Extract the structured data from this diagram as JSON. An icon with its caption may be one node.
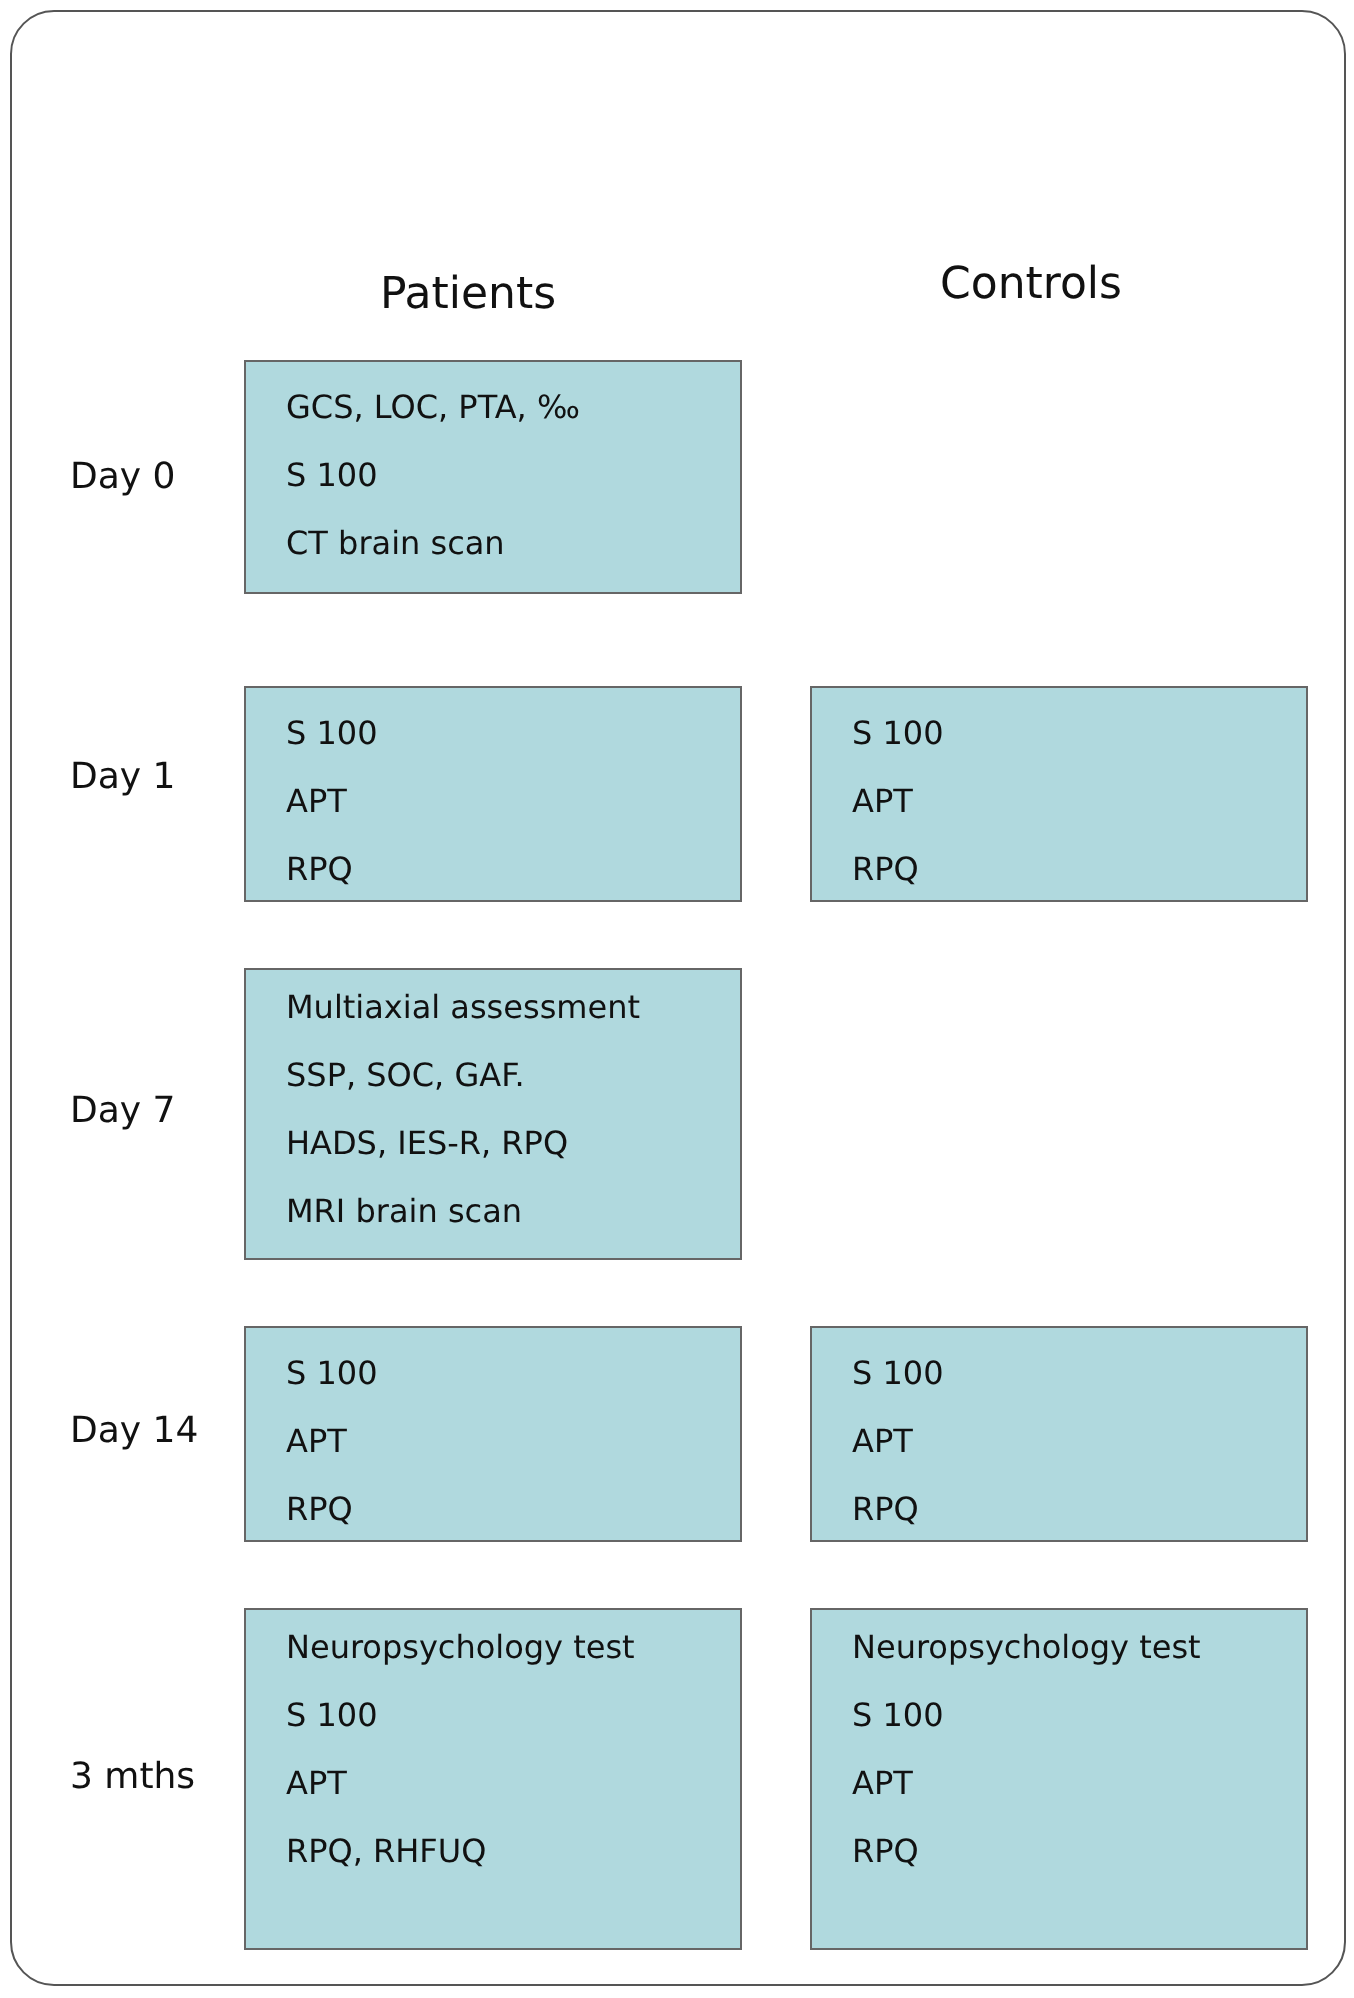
{
  "diagram": {
    "nodes": [
      {
        "text": [
          "GCS, LOC, PTA, ‰",
          "S 100",
          "CT brain scan"
        ]
      },
      {
        "text": [
          "S 100",
          "APT",
          "RPQ"
        ]
      },
      {
        "text": [
          "S 100",
          "APT",
          "RPQ"
        ]
      },
      {
        "text": [
          "Multiaxial assessment",
          "SSP, SOC, GAF.",
          "HADS, IES-R, RPQ",
          "MRI brain scan"
        ]
      },
      {
        "text": [
          "S 100",
          "APT",
          "RPQ"
        ]
      },
      {
        "text": [
          "S 100",
          "APT",
          "RPQ"
        ]
      },
      {
        "text": [
          "Neuropsychology test",
          "S 100",
          "APT",
          "RPQ, RHFUQ"
        ]
      },
      {
        "text": [
          "Neuropsychology test",
          "S 100",
          "APT",
          "RPQ"
        ]
      }
    ],
    "edges": [],
    "labels": [
      "Patients",
      "Controls",
      "Day 0",
      "Day 1",
      "Day 7",
      "Day 14",
      "3 mths"
    ]
  }
}
